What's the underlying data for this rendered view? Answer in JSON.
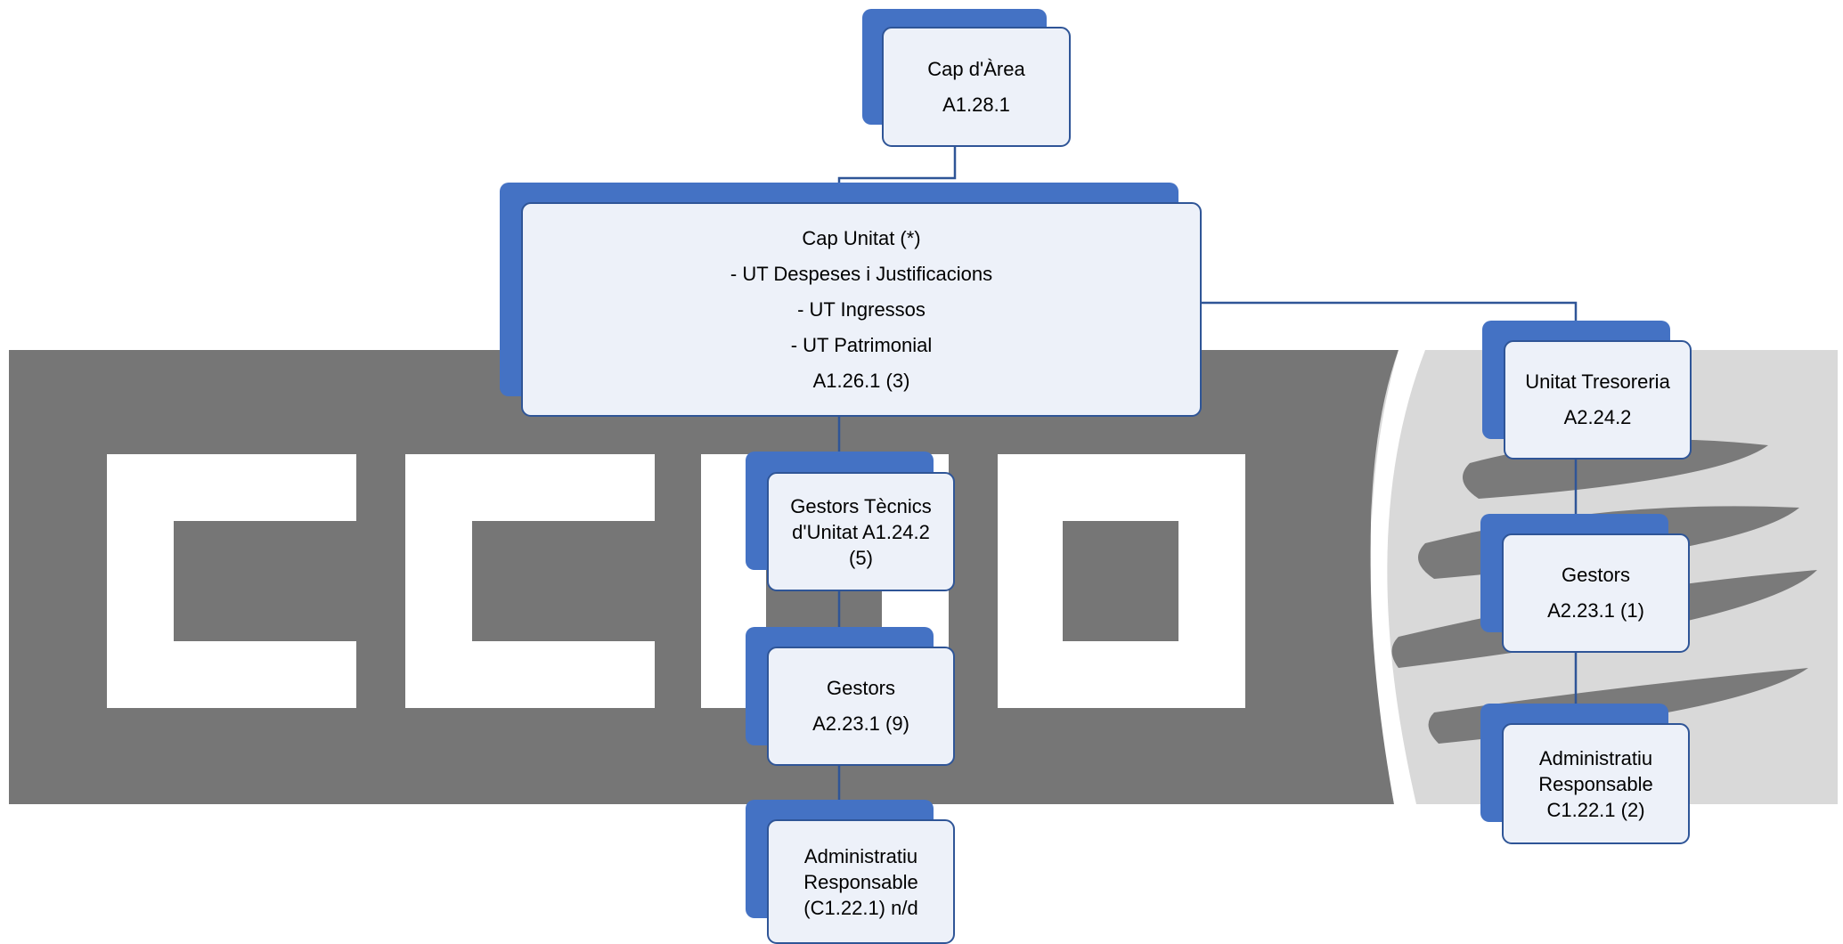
{
  "colors": {
    "box_front_fill": "#edf1f9",
    "box_border": "#2f5597",
    "box_back_fill": "#4472c4",
    "watermark_dark": "#767676",
    "watermark_light": "#d9d9d9"
  },
  "nodes": {
    "cap_area": {
      "lines": [
        "Cap d'Àrea",
        "A1.28.1"
      ]
    },
    "cap_unitat": {
      "lines": [
        "Cap Unitat (*)",
        "- UT Despeses i Justificacions",
        "- UT Ingressos",
        "- UT Patrimonial",
        "A1.26.1 (3)"
      ]
    },
    "gestors_tecnics": {
      "lines": [
        "Gestors Tècnics",
        "d'Unitat A1.24.2",
        "(5)"
      ]
    },
    "gestors_left": {
      "lines": [
        "Gestors",
        "A2.23.1 (9)"
      ]
    },
    "administratiu_left": {
      "lines": [
        "Administratiu",
        "Responsable",
        "(C1.22.1) n/d"
      ]
    },
    "unitat_tresoreria": {
      "lines": [
        "Unitat Tresoreria",
        "A2.24.2"
      ]
    },
    "gestors_right": {
      "lines": [
        "Gestors",
        "A2.23.1 (1)"
      ]
    },
    "administratiu_right": {
      "lines": [
        "Administratiu",
        "Responsable",
        "C1.22.1 (2)"
      ]
    }
  }
}
